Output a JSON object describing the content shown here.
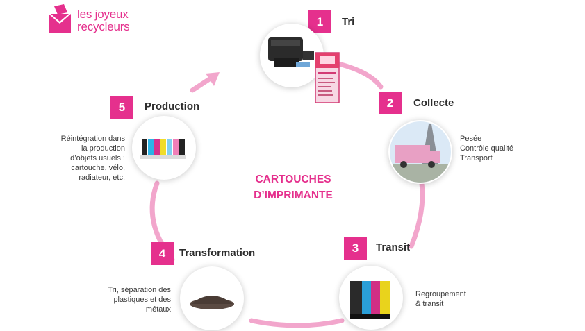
{
  "logo": {
    "line1": "les joyeux",
    "line2": "recycleurs"
  },
  "center_title": {
    "line1": "CARTOUCHES",
    "line2": "D’IMPRIMANTE"
  },
  "colors": {
    "accent": "#e5308d",
    "ring": "#f2a6cc"
  },
  "steps": [
    {
      "number": "1",
      "title": "Tri",
      "desc": [],
      "image_icon": "toner-cartridge-icon"
    },
    {
      "number": "2",
      "title": "Collecte",
      "desc": [
        "Pesée",
        "Contrôle qualité",
        "Transport"
      ],
      "image_icon": "truck-eiffel-tower-icon"
    },
    {
      "number": "3",
      "title": "Transit",
      "desc": [
        "Regroupement",
        "& transit"
      ],
      "image_icon": "stacked-cartridges-icon"
    },
    {
      "number": "4",
      "title": "Transformation",
      "desc": [
        "Tri, séparation des",
        "plastiques et des",
        "métaux"
      ],
      "image_icon": "powder-pile-icon"
    },
    {
      "number": "5",
      "title": "Production",
      "desc": [
        "Réintégration dans",
        "la production",
        "d’objets usuels :",
        "cartouche, vélo,",
        "radiateur, etc."
      ],
      "image_icon": "ink-cartridges-icon"
    }
  ]
}
